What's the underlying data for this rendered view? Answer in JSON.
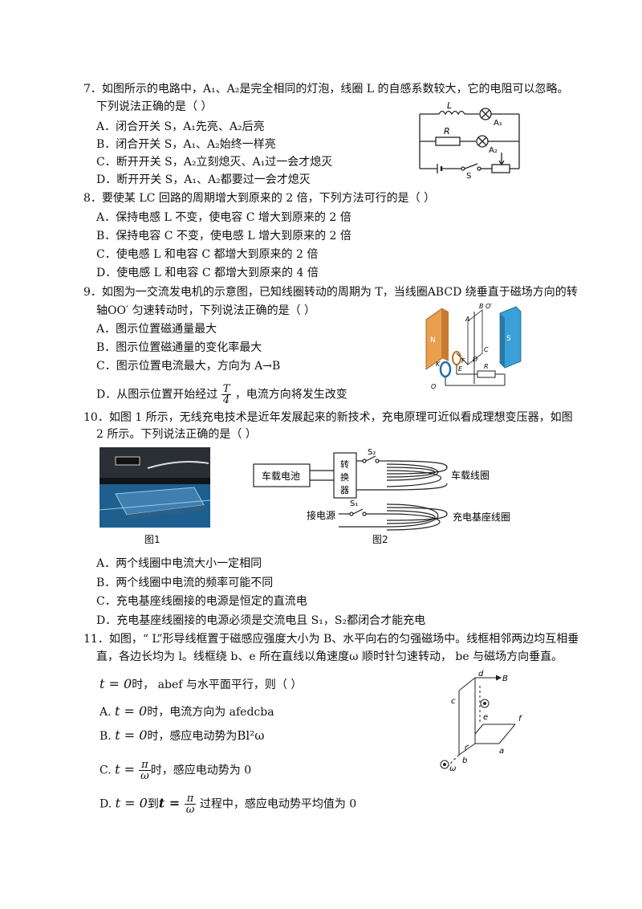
{
  "q7": {
    "stem1": "7．如图所示的电路中，A₁、A₂是完全相同的灯泡，线圈 L 的自感系数较大，它的电阻可以忽略。",
    "stem2": "下列说法正确的是（        ）",
    "options": [
      "A．闭合开关 S，A₁先亮、A₂后亮",
      "B．闭合开关 S，A₁、A₂始终一样亮",
      "C．断开开关 S，A₂立刻熄灭、A₁过一会才熄灭",
      "D．断开开关 S，A₁、A₂都要过一会才熄灭"
    ],
    "figure_labels": {
      "L": "L",
      "R": "R",
      "A1": "A₁",
      "A2": "A₂",
      "S": "S"
    }
  },
  "q8": {
    "stem": "8．要使某 LC 回路的周期增大到原来的 2 倍，下列方法可行的是（        ）",
    "options": [
      "A．保持电感 L 不变，使电容 C 增大到原来的 2 倍",
      "B．保持电容 C 不变，使电感 L 增大到原来的 2 倍",
      "C．使电感 L 和电容 C 都增大到原来的 2 倍",
      "D．使电感 L 和电容 C 都增大到原来的 4 倍"
    ]
  },
  "q9": {
    "stem1": "9．如图为一交流发电机的示意图，已知线圈转动的周期为 T，当线圈ABCD  绕垂直于磁场方向的转",
    "stem2": "轴OO′ 匀速转动时，下列说法正确的是（       ）",
    "options": [
      "A．图示位置磁通量最大",
      "B．图示位置磁通量的变化率最大",
      "C．图示位置电流最大，方向为 A→B"
    ],
    "optD_pre": "D．从图示位置开始经过",
    "optD_num": "T",
    "optD_den": "4",
    "optD_post": "，电流方向将发生改变",
    "figure_labels": {
      "N": "N",
      "S": "S",
      "A": "A",
      "B": "B",
      "C": "C",
      "D": "D",
      "O": "O",
      "O2": "O′",
      "K": "K",
      "E": "E",
      "F": "F",
      "R": "R"
    }
  },
  "q10": {
    "stem1": "10．如图 1 所示，无线充电技术是近年发展起来的新技术，充电原理可近似看成理想变压器，如图",
    "stem2": "2 所示。下列说法正确的是（        ）",
    "fig1_caption": "图1",
    "fig2_caption": "图2",
    "battery_label": "车载电池",
    "converter_label": [
      "转",
      "换",
      "器"
    ],
    "s2_label": "S₂",
    "s1_label": "S₁",
    "car_coil_label": "车载线圈",
    "base_coil_label": "充电基座线圈",
    "power_label": "接电源",
    "options": [
      "A．两个线圈中电流大小一定相同",
      "B．两个线圈中电流的频率可能不同",
      "C．充电基座线圈接的电源是恒定的直流电",
      "D．充电基座线圈接的电源必须是交流电且 S₁，S₂都闭合才能充电"
    ]
  },
  "q11": {
    "stem1": "11．如图，“ L”形导线框置于磁感应强度大小为 B、水平向右的匀强磁场中。线框相邻两边均互相垂",
    "stem2": "直，各边长均为 l。线框绕 b、e 所在直线以角速度ω 顺时针匀速转动，  be 与磁场方向垂直。",
    "stem3_t": "t = 0",
    "stem3": "时，   abef 与水平面平行，则（         ）",
    "optA_pre": "A.",
    "optA_t": "t = 0",
    "optA_post": "时，电流方向为   afedcba",
    "optB_pre": "B.",
    "optB_t": "t = 0",
    "optB_post": "时，感应电动势为",
    "optB_expr": "Bl²ω",
    "optC_pre": "C.",
    "optC_t": "t = ",
    "optC_frac_num": "π",
    "optC_frac_den": "ω",
    "optC_post": "时，感应电动势为  0",
    "optD_pre": "D.",
    "optD_t": "t = 0",
    "optD_mid": "到",
    "optD_t2": "t = ",
    "optD_frac_num": "π",
    "optD_frac_den": "ω",
    "optD_post": " 过程中，感应电动势平均值为 0",
    "figure_labels": {
      "B": "B",
      "a": "a",
      "b": "b",
      "c": "c",
      "d": "d",
      "e": "e",
      "f": "f",
      "omega": "ω"
    }
  }
}
